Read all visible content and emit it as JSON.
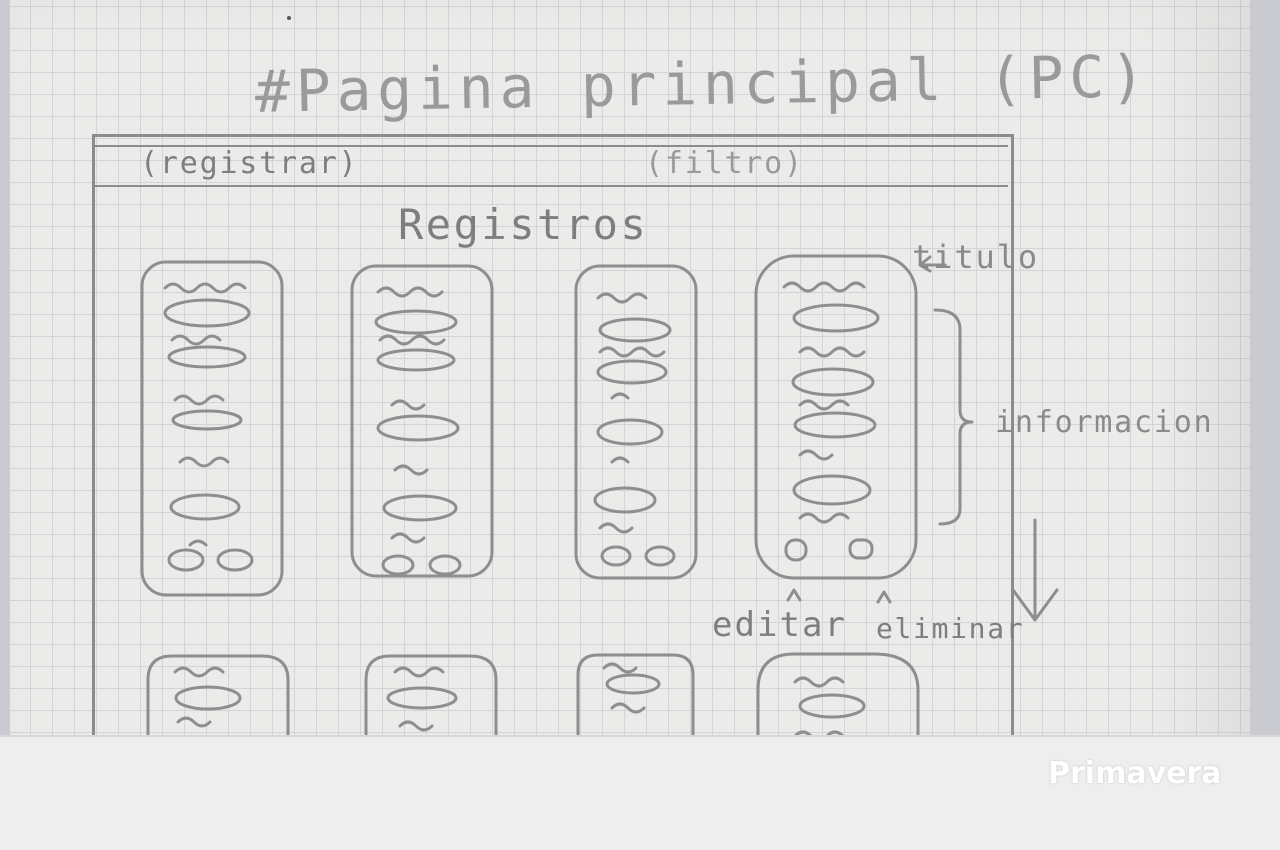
{
  "sketch": {
    "title": "#Pagina principal (PC)",
    "nav": {
      "register_button": "(registrar)",
      "filter_button": "(filtro)"
    },
    "section_heading": "Registros",
    "annotations": {
      "title_label": "titulo",
      "info_label": "informacion",
      "edit_label": "editar",
      "delete_label": "eliminar"
    },
    "watermark": "Primavera"
  }
}
